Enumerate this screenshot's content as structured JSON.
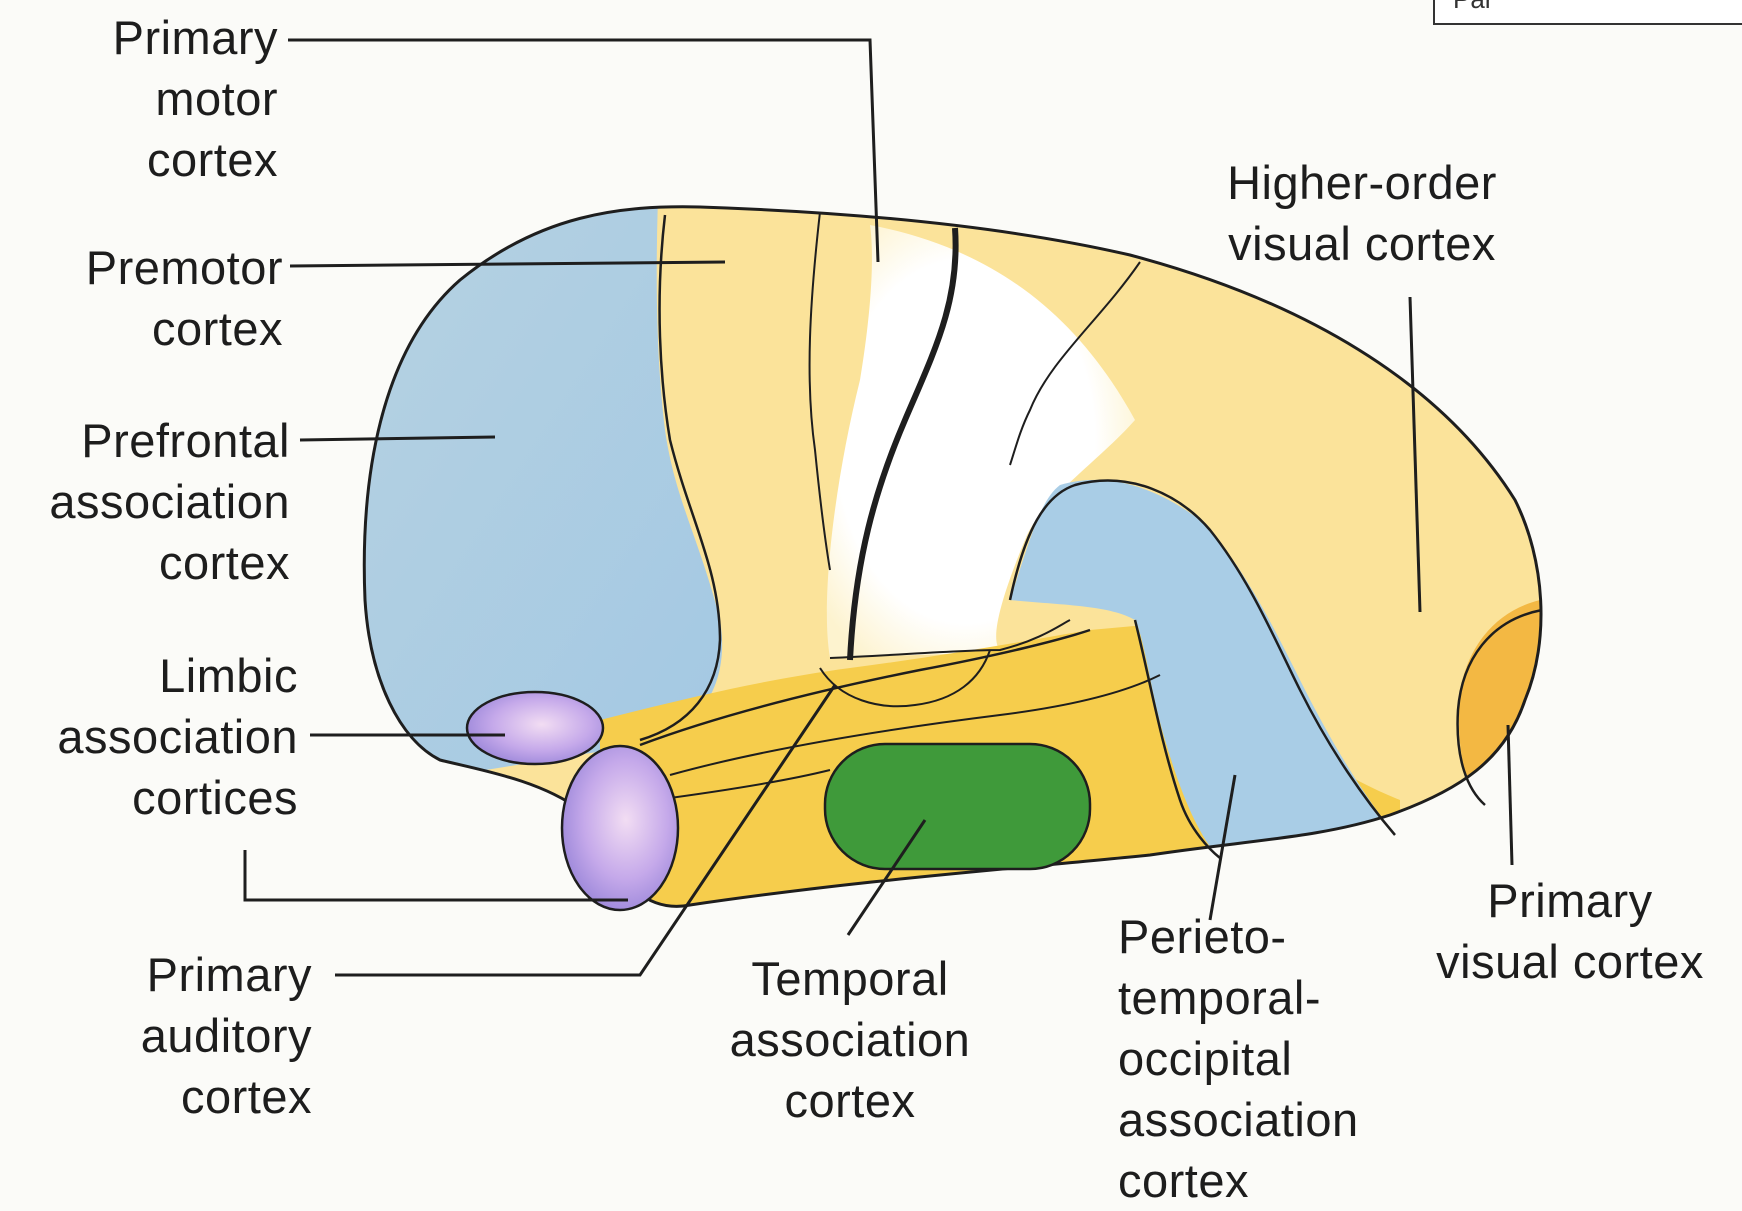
{
  "corner_box": {
    "text": "Par"
  },
  "labels": {
    "primary_motor": [
      "Primary",
      "motor",
      "cortex"
    ],
    "premotor": [
      "Premotor",
      "cortex"
    ],
    "prefrontal": [
      "Prefrontal",
      "association",
      "cortex"
    ],
    "limbic": [
      "Limbic",
      "association",
      "cortices"
    ],
    "primary_auditory": [
      "Primary",
      "auditory",
      "cortex"
    ],
    "temporal": [
      "Temporal",
      "association",
      "cortex"
    ],
    "parieto": [
      "Perieto-",
      "temporal-",
      "occipital",
      "association",
      "cortex"
    ],
    "primary_visual": [
      "Primary",
      "visual cortex"
    ],
    "higher_visual": [
      "Higher-order",
      "visual cortex"
    ]
  },
  "colors": {
    "background": "#fbfbf8",
    "frontal_yellow": "#fbe39a",
    "bright_yellow": "#f6cd4c",
    "white_region": "#ffffff",
    "blue": "#a9cbe0",
    "purple": "#b9a2e6",
    "green": "#3f9a3a",
    "orange": "#f2b23a",
    "outline": "#1e1e1e"
  }
}
